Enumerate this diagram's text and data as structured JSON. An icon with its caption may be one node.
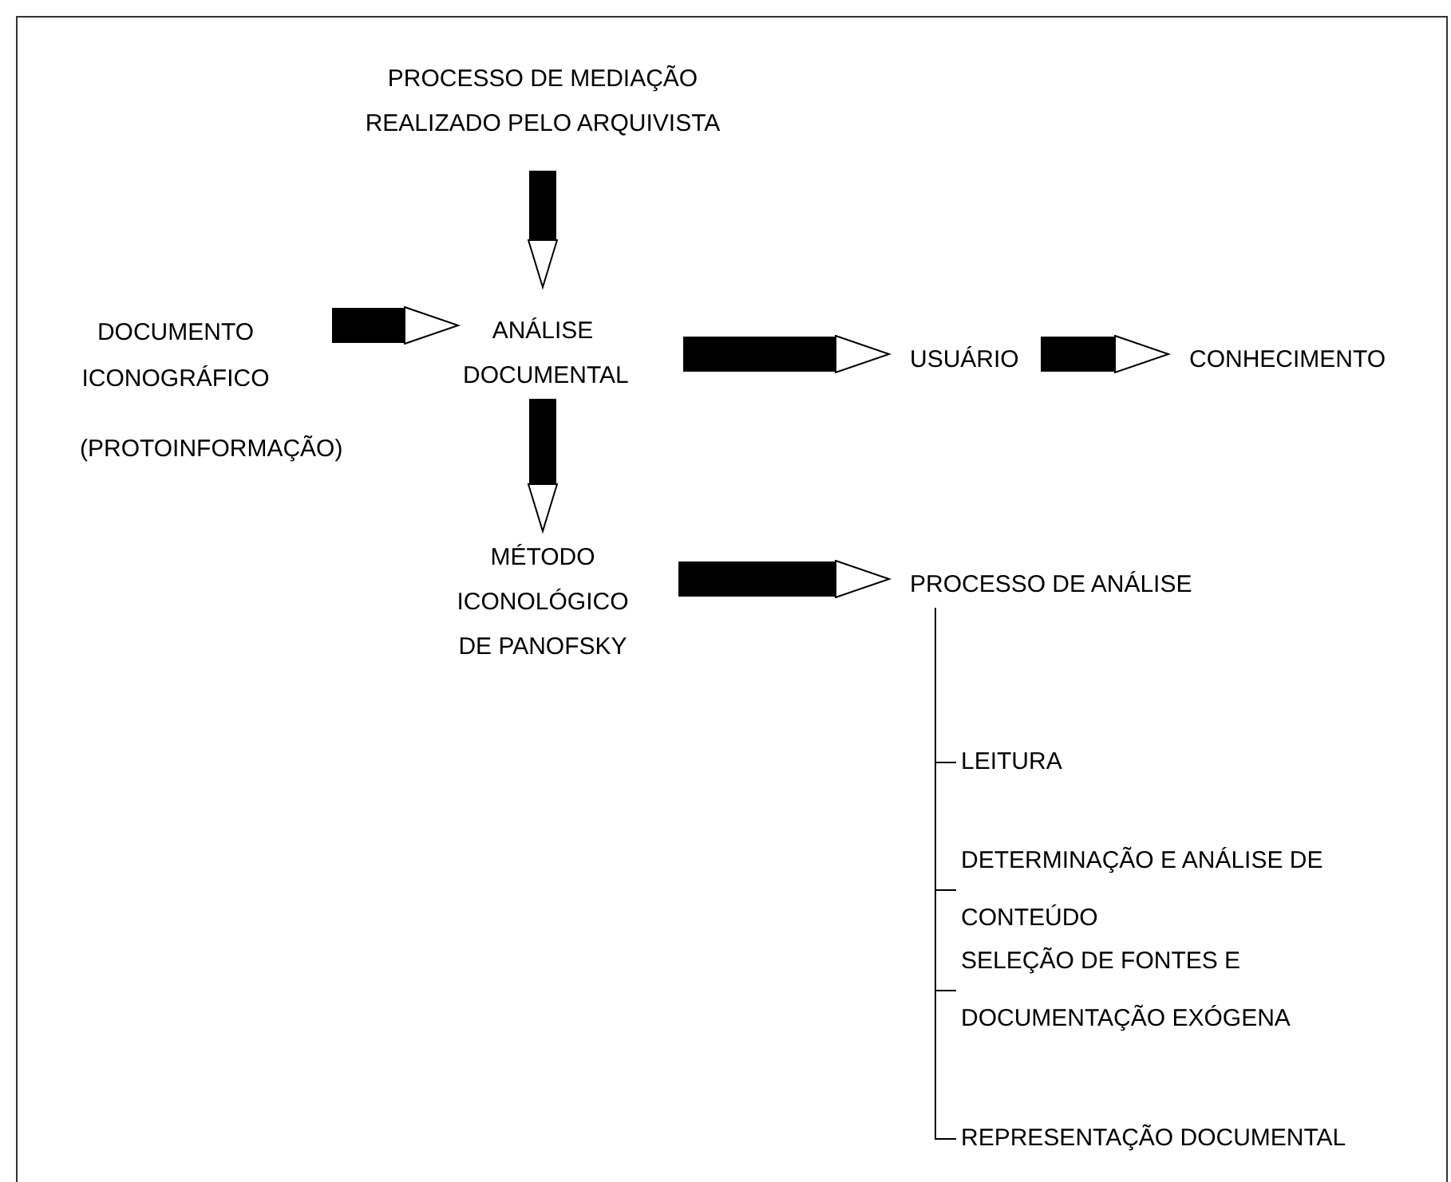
{
  "diagram": {
    "nodes": [
      {
        "text": [
          "PROCESSO DE MEDIAÇÃO REALIZADO PELO ARQUIVISTA"
        ]
      },
      {
        "text": [
          "DOCUMENTO ICONOGRÁFICO",
          "(PROTOINFORMAÇÃO)"
        ]
      },
      {
        "text": [
          "ANÁLISE DOCUMENTAL"
        ]
      },
      {
        "text": [
          "USUÁRIO"
        ]
      },
      {
        "text": [
          "CONHECIMENTO"
        ]
      },
      {
        "text": [
          "MÉTODO ICONOLÓGICO DE PANOFSKY"
        ]
      },
      {
        "text": [
          "PROCESSO DE ANÁLISE"
        ]
      },
      {
        "text": [
          "LEITURA"
        ]
      },
      {
        "text": [
          "DETERMINAÇÃO E ANÁLISE DE CONTEÚDO"
        ]
      },
      {
        "text": [
          "SELEÇÃO DE FONTES E DOCUMENTAÇÃO EXÓGENA"
        ]
      },
      {
        "text": [
          "REPRESENTAÇÃO DOCUMENTAL"
        ]
      }
    ],
    "edges": [
      {
        "from": 0,
        "to": 2,
        "arrow": "to"
      },
      {
        "from": 1,
        "to": 2,
        "arrow": "to"
      },
      {
        "from": 2,
        "to": 3,
        "arrow": "to"
      },
      {
        "from": 3,
        "to": 4,
        "arrow": "to"
      },
      {
        "from": 2,
        "to": 5,
        "arrow": "to"
      },
      {
        "from": 5,
        "to": 6,
        "arrow": "to"
      },
      {
        "from": 6,
        "to": 7,
        "arrow": "none"
      },
      {
        "from": 6,
        "to": 8,
        "arrow": "none"
      },
      {
        "from": 6,
        "to": 9,
        "arrow": "none"
      },
      {
        "from": 6,
        "to": 10,
        "arrow": "none"
      }
    ]
  }
}
